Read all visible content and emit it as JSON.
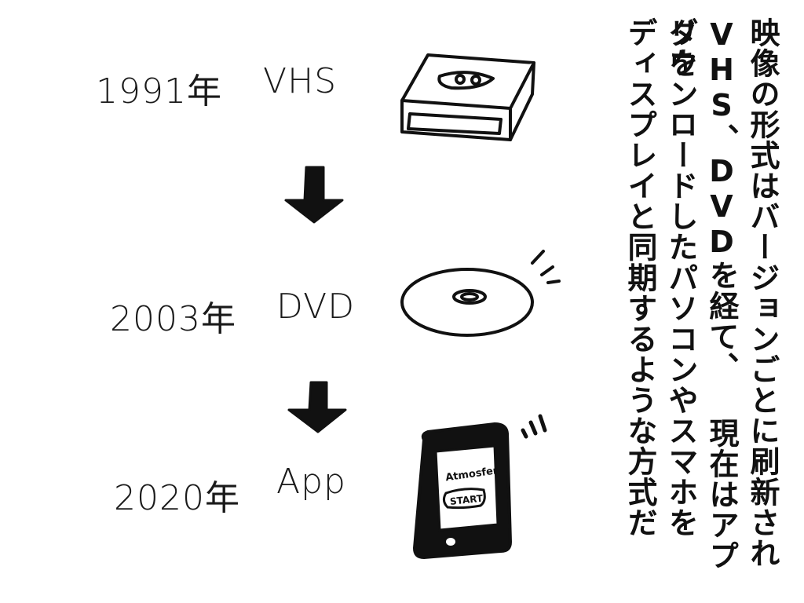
{
  "timeline": [
    {
      "year": "1991年",
      "format": "VHS"
    },
    {
      "year": "2003年",
      "format": "DVD"
    },
    {
      "year": "2020年",
      "format": "App"
    }
  ],
  "phone": {
    "screen_text": "Atmosfer",
    "start_label": "START"
  },
  "description": {
    "lines": [
      "映像の形式はバージョンごとに刷新され",
      "VHS、DVDを経て、 現在はアプリを",
      "ダウンロードしたパソコンやスマホを",
      "ディスプレイと同期するような方式だ"
    ]
  }
}
